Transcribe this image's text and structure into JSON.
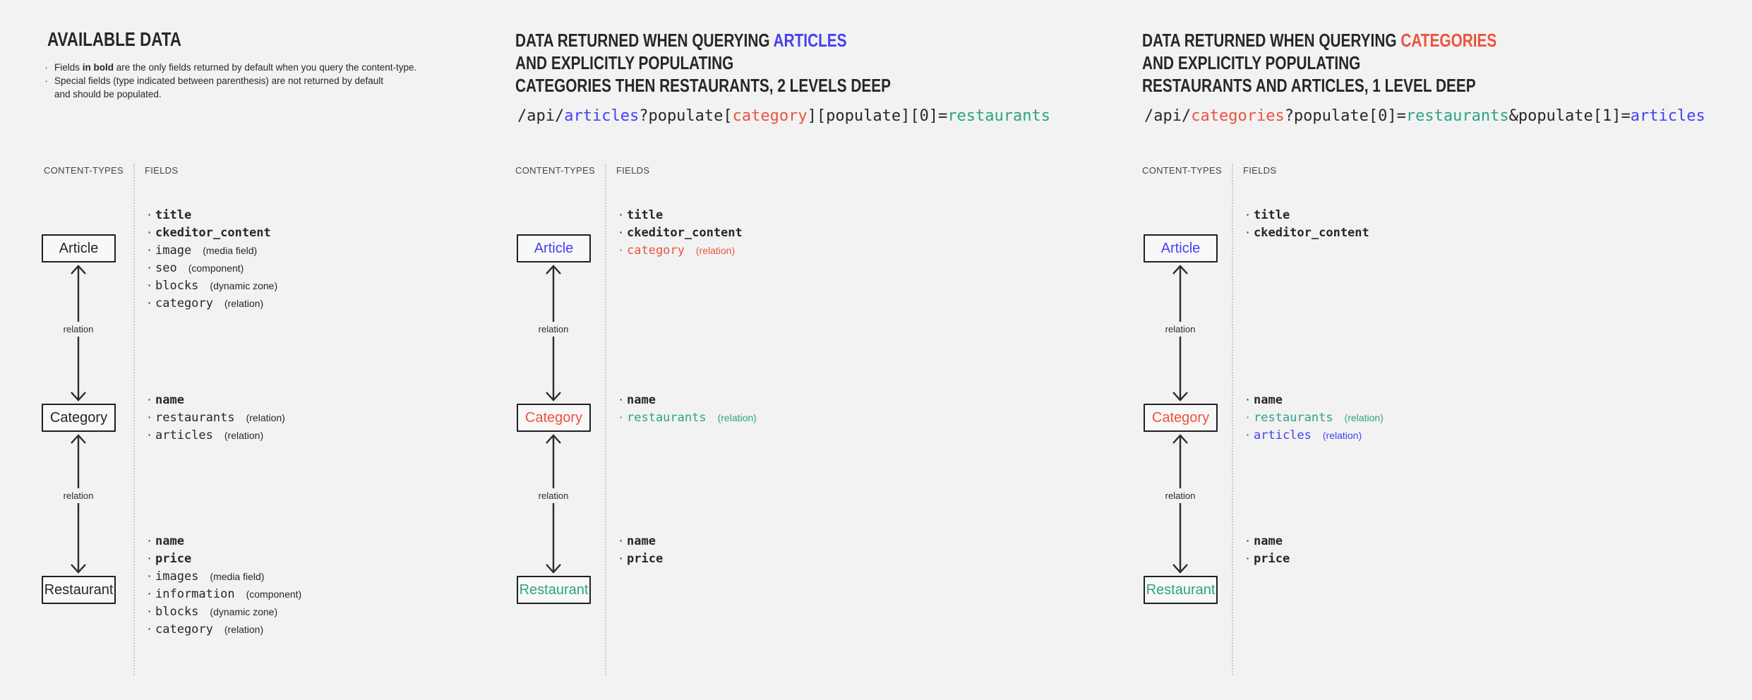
{
  "colors": {
    "background": "#f2f2f2",
    "text": "#272727",
    "blue": "#4640f2",
    "red": "#e9543e",
    "green": "#2ba386"
  },
  "panels": [
    {
      "name": "available-data",
      "heading_lines": [
        [
          {
            "t": "AVAILABLE DATA",
            "c": "dark"
          }
        ]
      ],
      "notes": [
        {
          "lines": [
            [
              {
                "t": "Fields ",
                "c": "dark"
              },
              {
                "t": "in bold",
                "c": "dark",
                "b": true
              },
              {
                "t": " are the only fields returned by default when you query the content-type.",
                "c": "dark"
              }
            ]
          ]
        },
        {
          "lines": [
            [
              {
                "t": "Special fields (type indicated between parenthesis) are not returned by default",
                "c": "dark"
              }
            ],
            [
              {
                "t": "and should be populated.",
                "c": "dark"
              }
            ]
          ]
        }
      ],
      "table": {
        "content_types_label": "CONTENT-TYPES",
        "fields_label": "FIELDS",
        "relation_label": "relation",
        "nodes": [
          {
            "label": "Article",
            "color": "dark",
            "fields": [
              {
                "name": "title",
                "bold": true,
                "color": "dark",
                "type": ""
              },
              {
                "name": "ckeditor_content",
                "bold": true,
                "color": "dark",
                "type": ""
              },
              {
                "name": "image",
                "bold": false,
                "color": "dark",
                "type": "(media field)"
              },
              {
                "name": "seo",
                "bold": false,
                "color": "dark",
                "type": "(component)"
              },
              {
                "name": "blocks",
                "bold": false,
                "color": "dark",
                "type": "(dynamic zone)"
              },
              {
                "name": "category",
                "bold": false,
                "color": "dark",
                "type": "(relation)"
              }
            ]
          },
          {
            "label": "Category",
            "color": "dark",
            "fields": [
              {
                "name": "name",
                "bold": true,
                "color": "dark",
                "type": ""
              },
              {
                "name": "restaurants",
                "bold": false,
                "color": "dark",
                "type": "(relation)"
              },
              {
                "name": "articles",
                "bold": false,
                "color": "dark",
                "type": "(relation)"
              }
            ]
          },
          {
            "label": "Restaurant",
            "color": "dark",
            "fields": [
              {
                "name": "name",
                "bold": true,
                "color": "dark",
                "type": ""
              },
              {
                "name": "price",
                "bold": true,
                "color": "dark",
                "type": ""
              },
              {
                "name": "images",
                "bold": false,
                "color": "dark",
                "type": "(media field)"
              },
              {
                "name": "information",
                "bold": false,
                "color": "dark",
                "type": "(component)"
              },
              {
                "name": "blocks",
                "bold": false,
                "color": "dark",
                "type": "(dynamic zone)"
              },
              {
                "name": "category",
                "bold": false,
                "color": "dark",
                "type": "(relation)"
              }
            ]
          }
        ]
      }
    },
    {
      "name": "query-articles",
      "heading_lines": [
        [
          {
            "t": "DATA RETURNED WHEN QUERYING ",
            "c": "dark"
          },
          {
            "t": "ARTICLES",
            "c": "blue"
          }
        ],
        [
          {
            "t": "AND EXPLICITLY POPULATING",
            "c": "dark"
          }
        ],
        [
          {
            "t": "CATEGORIES THEN RESTAURANTS, 2 LEVELS DEEP",
            "c": "dark"
          }
        ]
      ],
      "url_segments": [
        {
          "t": "/api/",
          "c": "dark"
        },
        {
          "t": "articles",
          "c": "blue"
        },
        {
          "t": "?populate[",
          "c": "dark"
        },
        {
          "t": "category",
          "c": "red"
        },
        {
          "t": "][populate][0]=",
          "c": "dark"
        },
        {
          "t": "restaurants",
          "c": "green"
        }
      ],
      "table": {
        "content_types_label": "CONTENT-TYPES",
        "fields_label": "FIELDS",
        "relation_label": "relation",
        "nodes": [
          {
            "label": "Article",
            "color": "blue",
            "fields": [
              {
                "name": "title",
                "bold": true,
                "color": "dark",
                "type": ""
              },
              {
                "name": "ckeditor_content",
                "bold": true,
                "color": "dark",
                "type": ""
              },
              {
                "name": "category",
                "bold": false,
                "color": "red",
                "type": "(relation)"
              }
            ]
          },
          {
            "label": "Category",
            "color": "red",
            "fields": [
              {
                "name": "name",
                "bold": true,
                "color": "dark",
                "type": ""
              },
              {
                "name": "restaurants",
                "bold": false,
                "color": "green",
                "type": "(relation)"
              }
            ]
          },
          {
            "label": "Restaurant",
            "color": "green",
            "fields": [
              {
                "name": "name",
                "bold": true,
                "color": "dark",
                "type": ""
              },
              {
                "name": "price",
                "bold": true,
                "color": "dark",
                "type": ""
              }
            ]
          }
        ]
      }
    },
    {
      "name": "query-categories",
      "heading_lines": [
        [
          {
            "t": "DATA RETURNED WHEN QUERYING ",
            "c": "dark"
          },
          {
            "t": "CATEGORIES",
            "c": "red"
          }
        ],
        [
          {
            "t": "AND EXPLICITLY POPULATING",
            "c": "dark"
          }
        ],
        [
          {
            "t": "RESTAURANTS AND ARTICLES, 1 LEVEL DEEP",
            "c": "dark"
          }
        ]
      ],
      "url_segments": [
        {
          "t": "/api/",
          "c": "dark"
        },
        {
          "t": "categories",
          "c": "red"
        },
        {
          "t": "?populate[0]=",
          "c": "dark"
        },
        {
          "t": "restaurants",
          "c": "green"
        },
        {
          "t": "&populate[1]=",
          "c": "dark"
        },
        {
          "t": "articles",
          "c": "blue"
        }
      ],
      "table": {
        "content_types_label": "CONTENT-TYPES",
        "fields_label": "FIELDS",
        "relation_label": "relation",
        "nodes": [
          {
            "label": "Article",
            "color": "blue",
            "fields": [
              {
                "name": "title",
                "bold": true,
                "color": "dark",
                "type": ""
              },
              {
                "name": "ckeditor_content",
                "bold": true,
                "color": "dark",
                "type": ""
              }
            ]
          },
          {
            "label": "Category",
            "color": "red",
            "fields": [
              {
                "name": "name",
                "bold": true,
                "color": "dark",
                "type": ""
              },
              {
                "name": "restaurants",
                "bold": false,
                "color": "green",
                "type": "(relation)"
              },
              {
                "name": "articles",
                "bold": false,
                "color": "blue",
                "type": "(relation)"
              }
            ]
          },
          {
            "label": "Restaurant",
            "color": "green",
            "fields": [
              {
                "name": "name",
                "bold": true,
                "color": "dark",
                "type": ""
              },
              {
                "name": "price",
                "bold": true,
                "color": "dark",
                "type": ""
              }
            ]
          }
        ]
      }
    }
  ]
}
